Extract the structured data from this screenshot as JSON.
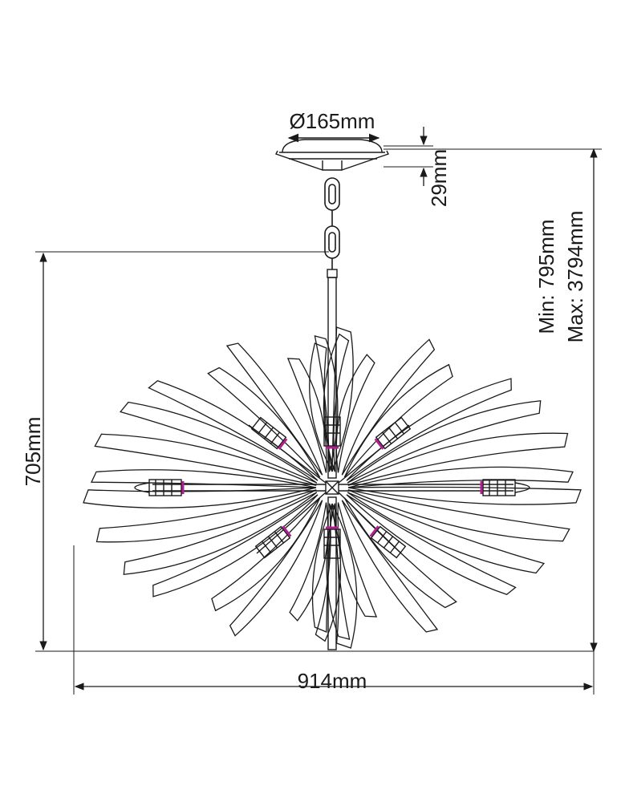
{
  "dimensions": {
    "canopy_diameter": "Ø165mm",
    "canopy_height": "29mm",
    "drop_min": "Min: 795mm",
    "drop_max": "Max: 3794mm",
    "body_height": "705mm",
    "body_width": "914mm"
  },
  "colors": {
    "ink": "#1a1a1a",
    "accent": "#b0208e"
  }
}
